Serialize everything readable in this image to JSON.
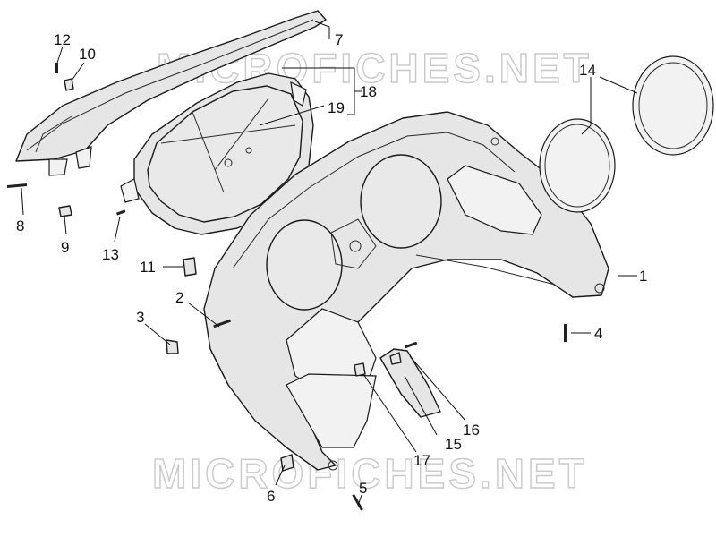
{
  "watermark": {
    "text": "MICROFICHES.NET"
  },
  "callouts": {
    "c1": "1",
    "c2": "2",
    "c3": "3",
    "c4": "4",
    "c5": "5",
    "c6": "6",
    "c7": "7",
    "c8": "8",
    "c9": "9",
    "c10": "10",
    "c11": "11",
    "c12": "12",
    "c13": "13",
    "c14": "14",
    "c15": "15",
    "c16": "16",
    "c17": "17",
    "c18": "18",
    "c19": "19"
  },
  "colors": {
    "line": "#1a1a1a",
    "fill": "#e6e6e6",
    "watermark": "#c9c9c9"
  }
}
